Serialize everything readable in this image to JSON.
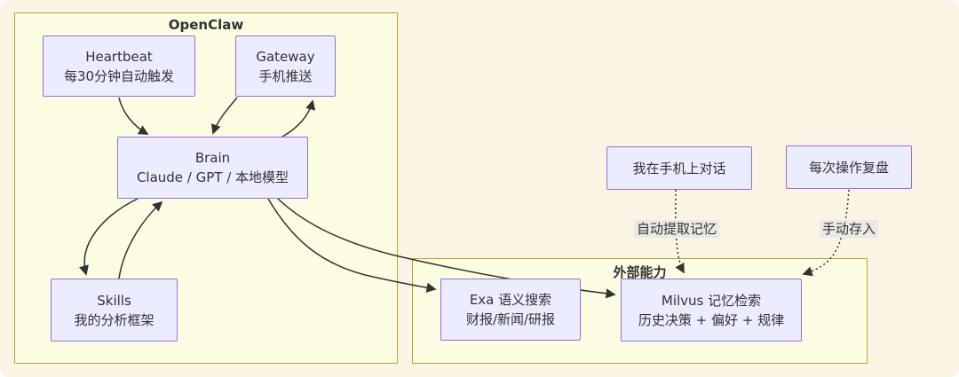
{
  "diagram": {
    "colors": {
      "canvas_background": "#fbf3e3",
      "subgraph_fill": "#fcfce2",
      "subgraph_border": "#aaaa33",
      "node_fill": "#ececff",
      "node_border": "#9370db",
      "edge_color": "#333333",
      "text_color": "#333333",
      "edge_label_background": "#e8e8e8"
    },
    "subgraphs": {
      "openclaw": {
        "title": "OpenClaw"
      },
      "external": {
        "title": "外部能力"
      }
    },
    "nodes": {
      "heartbeat": {
        "line1": "Heartbeat",
        "line2": "每30分钟自动触发"
      },
      "gateway": {
        "line1": "Gateway",
        "line2": "手机推送"
      },
      "brain": {
        "line1": "Brain",
        "line2": "Claude / GPT / 本地模型"
      },
      "skills": {
        "line1": "Skills",
        "line2": "我的分析框架"
      },
      "chat": {
        "line1": "我在手机上对话"
      },
      "review": {
        "line1": "每次操作复盘"
      },
      "exa": {
        "line1": "Exa 语义搜索",
        "line2": "财报/新闻/研报"
      },
      "milvus": {
        "line1": "Milvus 记忆检索",
        "line2": "历史决策 + 偏好 + 规律"
      }
    },
    "edge_labels": {
      "auto_extract": "自动提取记忆",
      "manual_save": "手动存入"
    },
    "edges": [
      {
        "from": "heartbeat",
        "to": "brain",
        "style": "solid"
      },
      {
        "from": "gateway",
        "to": "brain",
        "style": "solid"
      },
      {
        "from": "brain",
        "to": "gateway",
        "style": "solid"
      },
      {
        "from": "brain",
        "to": "skills",
        "style": "solid"
      },
      {
        "from": "skills",
        "to": "brain",
        "style": "solid"
      },
      {
        "from": "brain",
        "to": "exa",
        "style": "solid"
      },
      {
        "from": "brain",
        "to": "milvus",
        "style": "solid"
      },
      {
        "from": "chat",
        "to": "milvus",
        "style": "dotted",
        "label": "自动提取记忆"
      },
      {
        "from": "review",
        "to": "milvus",
        "style": "dotted",
        "label": "手动存入"
      }
    ]
  }
}
